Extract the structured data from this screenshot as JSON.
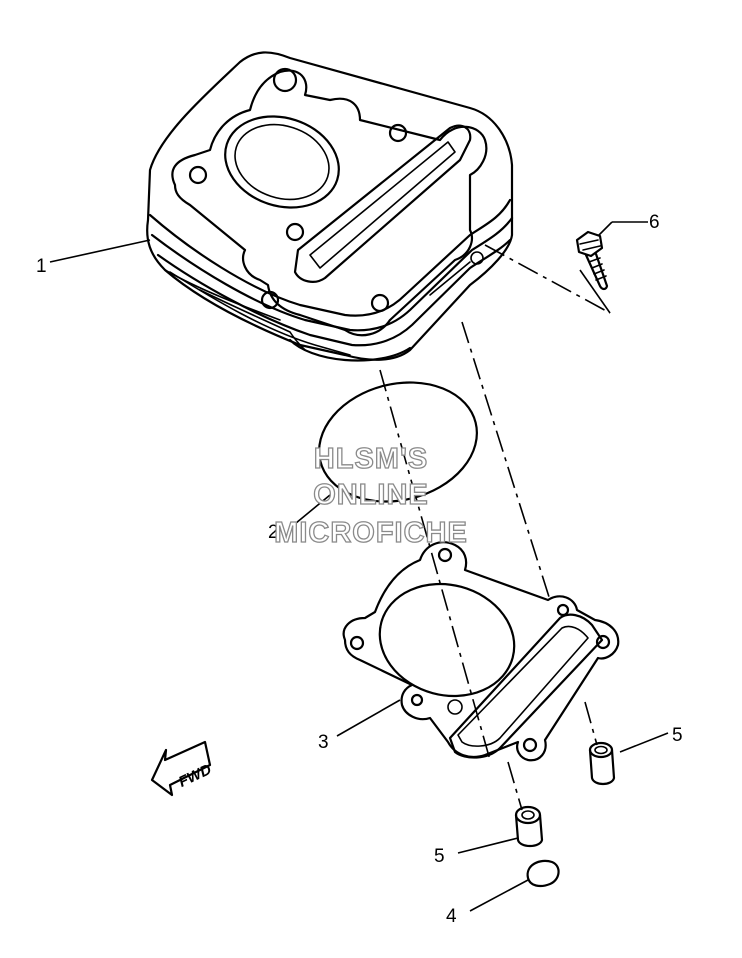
{
  "callouts": {
    "p1": "1",
    "p2": "2",
    "p3": "3",
    "p4": "4",
    "p5a": "5",
    "p5b": "5",
    "p6": "6"
  },
  "watermark": {
    "line1": "HLSM'S",
    "line2": "ONLINE",
    "line3": "MICROFICHE"
  },
  "direction_label": "FWD"
}
